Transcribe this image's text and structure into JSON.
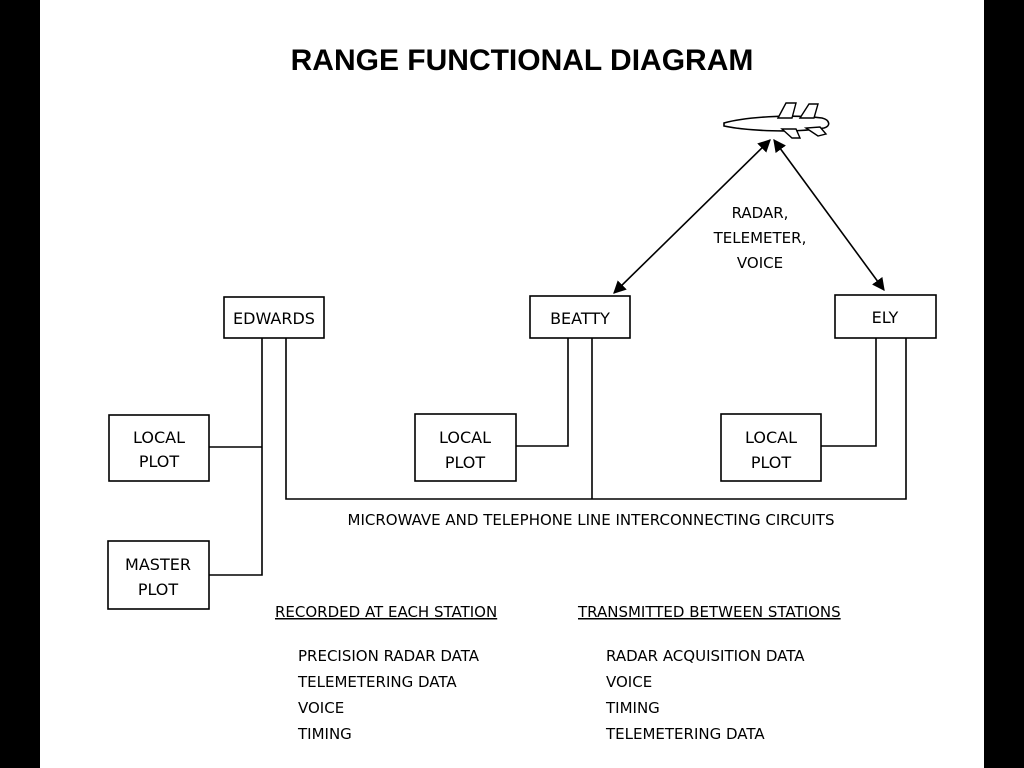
{
  "title": "RANGE FUNCTIONAL DIAGRAM",
  "links_label": [
    "RADAR,",
    "TELEMETER,",
    "VOICE"
  ],
  "stations": {
    "edwards": "EDWARDS",
    "beatty": "BEATTY",
    "ely": "ELY"
  },
  "plots": {
    "local": [
      "LOCAL",
      "PLOT"
    ],
    "master": [
      "MASTER",
      "PLOT"
    ]
  },
  "circuits_label": "MICROWAVE AND TELEPHONE LINE INTERCONNECTING CIRCUITS",
  "recorded": {
    "heading": "RECORDED AT EACH STATION",
    "items": [
      "PRECISION RADAR DATA",
      "TELEMETERING DATA",
      "VOICE",
      "TIMING"
    ]
  },
  "transmitted": {
    "heading": "TRANSMITTED BETWEEN STATIONS",
    "items": [
      "RADAR ACQUISITION DATA",
      "VOICE",
      "TIMING",
      "TELEMETERING DATA"
    ]
  },
  "icons": {
    "aircraft": "x15-aircraft-icon"
  }
}
